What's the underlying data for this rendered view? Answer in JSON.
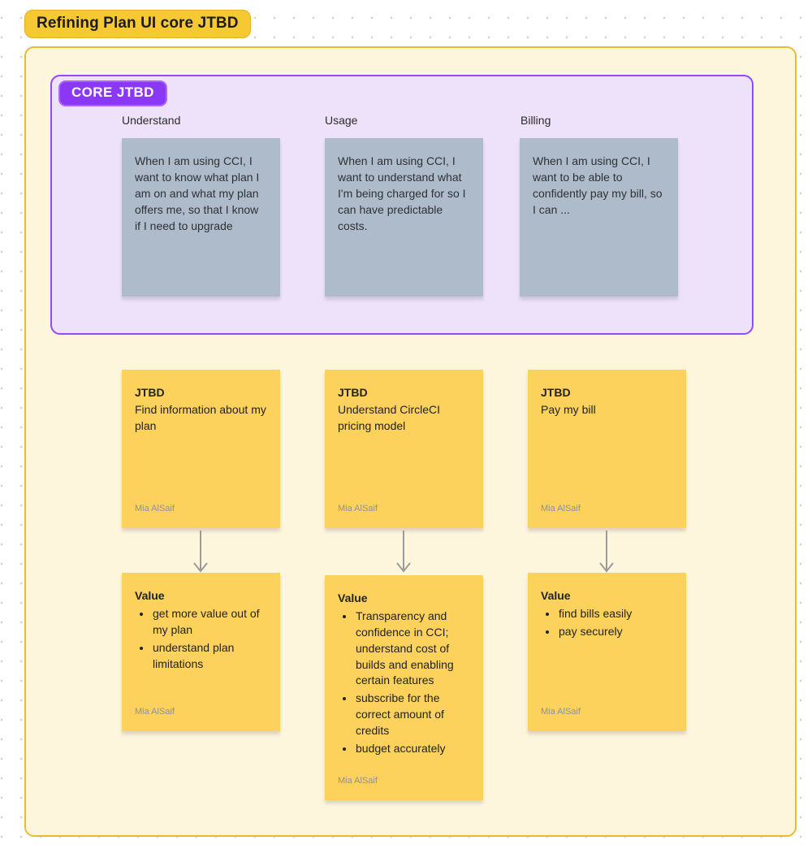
{
  "canvas": {
    "title": "Refining Plan UI core JTBD"
  },
  "core_frame": {
    "label": "CORE JTBD"
  },
  "columns": [
    {
      "header": "Understand",
      "insight_note": {
        "text": "When I am using CCI, I want to know what plan I am on and what my plan offers me, so that I know if I need to upgrade"
      },
      "jtbd_note": {
        "heading": "JTBD",
        "text": "Find information about my plan",
        "author": "Mia AlSaif"
      },
      "value_note": {
        "heading": "Value",
        "bullets": [
          "get more value out of my plan",
          "understand plan limitations"
        ],
        "author": "Mia AlSaif"
      }
    },
    {
      "header": "Usage",
      "insight_note": {
        "text": "When I am using CCI, I want to understand what I'm being charged for so I can have predictable costs."
      },
      "jtbd_note": {
        "heading": "JTBD",
        "text": "Understand CircleCI pricing model",
        "author": "Mia AlSaif"
      },
      "value_note": {
        "heading": "Value",
        "bullets": [
          "Transparency and confidence in CCI; understand cost of builds and enabling certain features",
          "subscribe for the correct amount of credits",
          "budget accurately"
        ],
        "author": "Mia AlSaif"
      }
    },
    {
      "header": "Billing",
      "insight_note": {
        "text": "When I am using CCI, I want to be able to confidently pay my bill, so I can ..."
      },
      "jtbd_note": {
        "heading": "JTBD",
        "text": "Pay my bill",
        "author": "Mia AlSaif"
      },
      "value_note": {
        "heading": "Value",
        "bullets": [
          "find bills easily",
          "pay securely"
        ],
        "author": "Mia AlSaif"
      }
    }
  ],
  "colors": {
    "canvas_dot": "#d4d5d9",
    "title_pill_bg": "#F6C832",
    "board_frame_border": "#E7BC33",
    "board_frame_bg": "#FDF5DC",
    "core_frame_border": "#9747FF",
    "core_frame_bg": "#EDE2FA",
    "core_pill_bg": "#8A38F6",
    "insight_note_bg": "#AEBBCB",
    "sticky_note_bg": "#FCD25C",
    "author_text": "#8D9199",
    "arrow": "#9B9B9B"
  }
}
